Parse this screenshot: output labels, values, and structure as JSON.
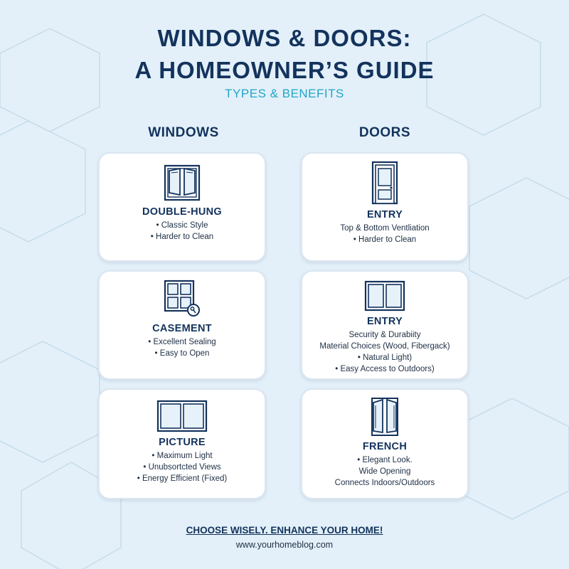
{
  "header": {
    "title_line1": "WINDOWS & DOORS:",
    "title_line2": "A HOMEOWNER’S GUIDE",
    "subtitle": "TYPES & BENEFITS"
  },
  "columns": {
    "windows_heading": "WINDOWS",
    "doors_heading": "DOORS"
  },
  "windows": [
    {
      "name": "DOUBLE-HUNG",
      "icon": "open-window-icon",
      "bullets": [
        "• Classic Style",
        "• Harder to Clean"
      ]
    },
    {
      "name": "CASEMENT",
      "icon": "grid-window-with-crank-icon",
      "bullets": [
        "• Excellent Sealing",
        "• Easy to Open"
      ]
    },
    {
      "name": "PICTURE",
      "icon": "picture-window-icon",
      "bullets": [
        "• Maximum Light",
        "• Unubsortcted Views",
        "• Energy Efficient (Fixed)"
      ]
    }
  ],
  "doors": [
    {
      "name": "ENTRY",
      "icon": "entry-door-icon",
      "bullets": [
        "Top & Bottom Ventliation",
        "• Harder to Clean"
      ]
    },
    {
      "name": "ENTRY",
      "icon": "sliding-door-icon",
      "bullets": [
        "Security & Durabiity",
        "Material Choices (Wood, Fibergack)",
        "• Natural Light)",
        "• Easy Access to Outdoors)"
      ]
    },
    {
      "name": "FRENCH",
      "icon": "french-door-icon",
      "bullets": [
        "• Elegant Look.",
        "Wide Opening",
        "Connects Indoors/Outdoors"
      ]
    }
  ],
  "footer": {
    "cta": "CHOOSE WISELY. ENHANCE YOUR HOME!",
    "url": "www.yourhomeblog.com"
  },
  "colors": {
    "background": "#e3f0f9",
    "title": "#13335c",
    "accent": "#20a5c9",
    "card": "#ffffff"
  }
}
